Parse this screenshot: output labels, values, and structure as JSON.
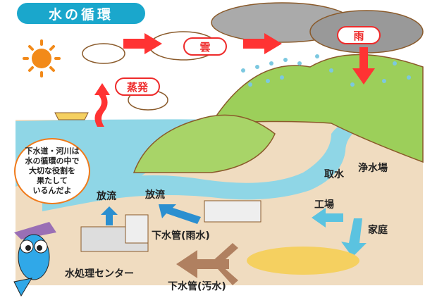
{
  "title": "水の循環",
  "labels": {
    "evaporation": "蒸発",
    "cloud": "雲",
    "rain": "雨",
    "water_intake": "取水",
    "water_purification_plant": "浄水場",
    "factory": "工場",
    "home": "家庭",
    "sewer_rainwater": "下水管(雨水)",
    "sewer_wastewater": "下水管(汚水)",
    "discharge_1": "放流",
    "discharge_2": "放流",
    "treatment_center": "水処理センター"
  },
  "speech_bubble": {
    "line1": "下水道・河川は",
    "line2": "水の循環の中で",
    "line3": "大切な役割を",
    "line4": "果たして",
    "line5": "いるんだよ"
  },
  "icons": [
    "sun-icon",
    "cloud-icon",
    "rain-cloud-icon",
    "boat-icon",
    "fish-mascot-icon",
    "arrow-icon"
  ],
  "colors": {
    "title_bg": "#1aa7cc",
    "label_red": "#ee2b2b",
    "flow_arrow_blue": "#5bc3e0",
    "discharge_arrow_blue": "#2b8fd0",
    "sewage_arrow_brown": "#b08060",
    "water": "#8fd6e6",
    "land": "#f0dcc0",
    "hill": "#9ccf5a"
  }
}
